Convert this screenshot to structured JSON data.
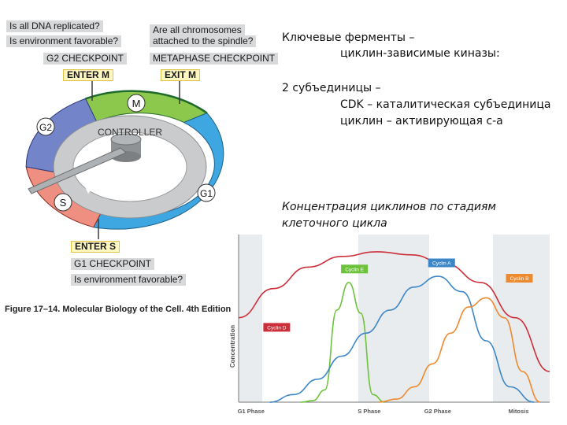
{
  "cycle": {
    "g2_questions": [
      "Is all DNA replicated?",
      "Is environment favorable?"
    ],
    "g2_checkpoint": "G2 CHECKPOINT",
    "meta_questions": [
      "Are all chromosomes",
      "attached to the spindle?"
    ],
    "meta_checkpoint": "METAPHASE CHECKPOINT",
    "enter_m": "ENTER M",
    "exit_m": "EXIT M",
    "phase_m": "M",
    "phase_g2": "G2",
    "phase_s": "S",
    "phase_g1": "G1",
    "controller": "CONTROLLER",
    "enter_s": "ENTER S",
    "g1_checkpoint": "G1 CHECKPOINT",
    "g1_question": "Is environment favorable?",
    "caption": "Figure 17–14. Molecular Biology of the Cell. 4th Edition",
    "colors": {
      "m": "#8cc84b",
      "g2": "#7384c8",
      "s": "#ee8f82",
      "g1": "#3ea6e0",
      "ring_inner": "#c9cbcd",
      "controller": "#9fa2a4"
    }
  },
  "text": {
    "line1": "Ключевые ферменты –",
    "line2": "циклин-зависимые киназы:",
    "line3": "2 субъединицы –",
    "line4": "CDK – каталитическая субъединица",
    "line5": "циклин – активирующая с-а",
    "heading1": "Концентрация циклинов по стадиям",
    "heading2": "клеточного цикла"
  },
  "chart_data": {
    "type": "line",
    "ylabel": "Concentration",
    "x_labels": [
      "G1 Phase",
      "S Phase",
      "G2 Phase",
      "Mitosis"
    ],
    "series": [
      {
        "name": "Cyclin D",
        "color": "#cc2f3a",
        "values": [
          0.55,
          0.74,
          0.88,
          0.95,
          0.98,
          0.96,
          0.9,
          0.78,
          0.55,
          0.2
        ]
      },
      {
        "name": "Cyclin E",
        "color": "#6cc23a",
        "values": [
          0.0,
          0.01,
          0.08,
          0.6,
          0.78,
          0.58,
          0.05,
          0.0
        ]
      },
      {
        "name": "Cyclin A",
        "color": "#3c86c8",
        "values": [
          0.0,
          0.05,
          0.15,
          0.3,
          0.45,
          0.6,
          0.75,
          0.82,
          0.72,
          0.4,
          0.1,
          0.0
        ]
      },
      {
        "name": "Cyclin B",
        "color": "#ee8a2e",
        "values": [
          0.0,
          0.02,
          0.1,
          0.25,
          0.45,
          0.62,
          0.68,
          0.55,
          0.2,
          0.0
        ]
      }
    ]
  }
}
